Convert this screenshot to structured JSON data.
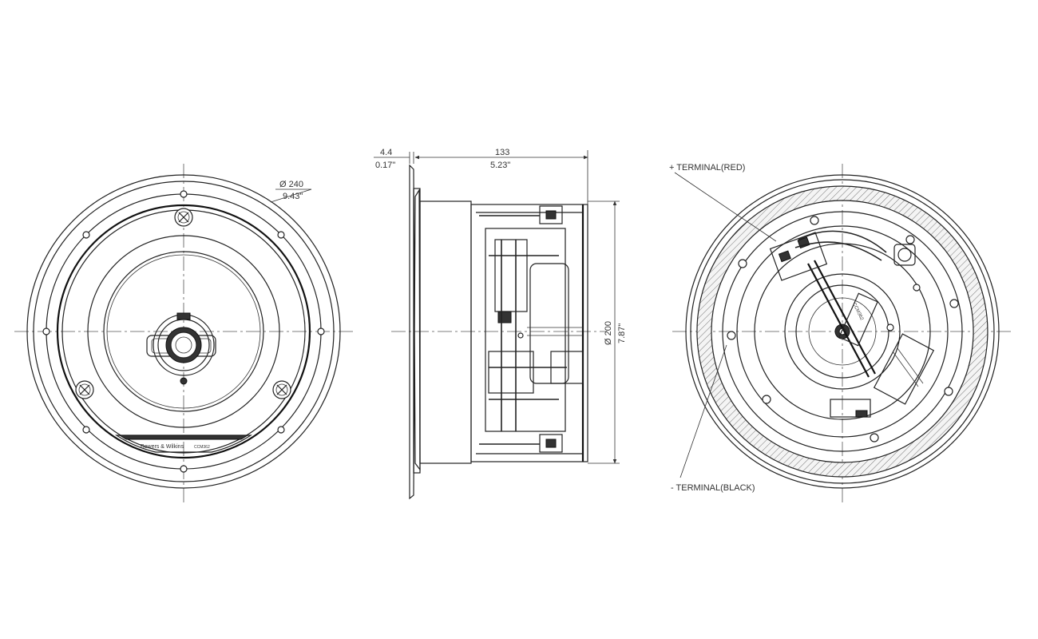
{
  "front_view": {
    "diameter_mm": "Ø 240",
    "diameter_in": "9.43\"",
    "brand_logo": "Bowers & Wilkins",
    "model_mark": "CCM362"
  },
  "side_view": {
    "flange_mm": "4.4",
    "flange_in": "0.17\"",
    "depth_mm": "133",
    "depth_in": "5.23\"",
    "cutout_mm": "Ø 200",
    "cutout_in": "7.87\""
  },
  "rear_view": {
    "terminal_positive": "+ TERMINAL(RED)",
    "terminal_negative": "- TERMINAL(BLACK)",
    "label_mark": "CCM362"
  },
  "colors": {
    "line": "#222222",
    "background": "#ffffff"
  }
}
